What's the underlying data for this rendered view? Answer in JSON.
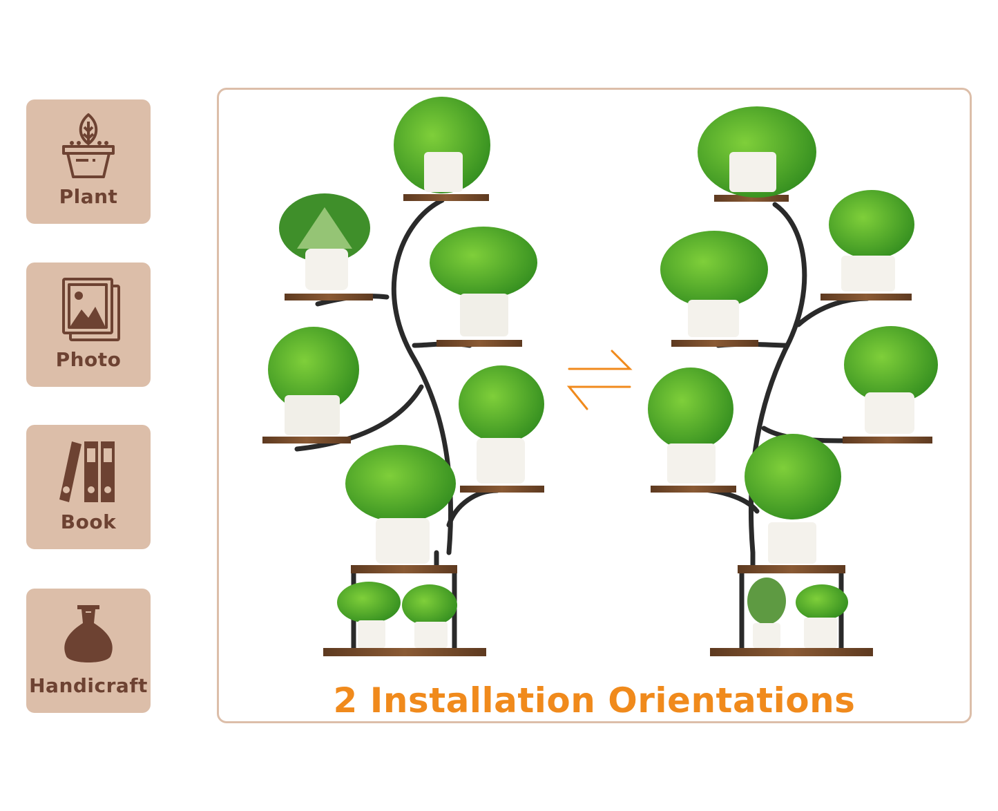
{
  "uses": [
    {
      "label": "Plant",
      "icon": "potted-plant-icon"
    },
    {
      "label": "Photo",
      "icon": "photo-icon"
    },
    {
      "label": "Book",
      "icon": "binders-icon"
    },
    {
      "label": "Handicraft",
      "icon": "vase-icon"
    }
  ],
  "caption": "2 Installation Orientations",
  "swap_icon": "swap-arrows-icon",
  "colors": {
    "tile_bg": "#dcbea9",
    "icon_brown": "#6d4232",
    "caption_orange": "#f08a1c",
    "frame_border": "#dcbea9",
    "stand_black": "#2a2a2a",
    "shelf_wood": "#7a5030"
  }
}
